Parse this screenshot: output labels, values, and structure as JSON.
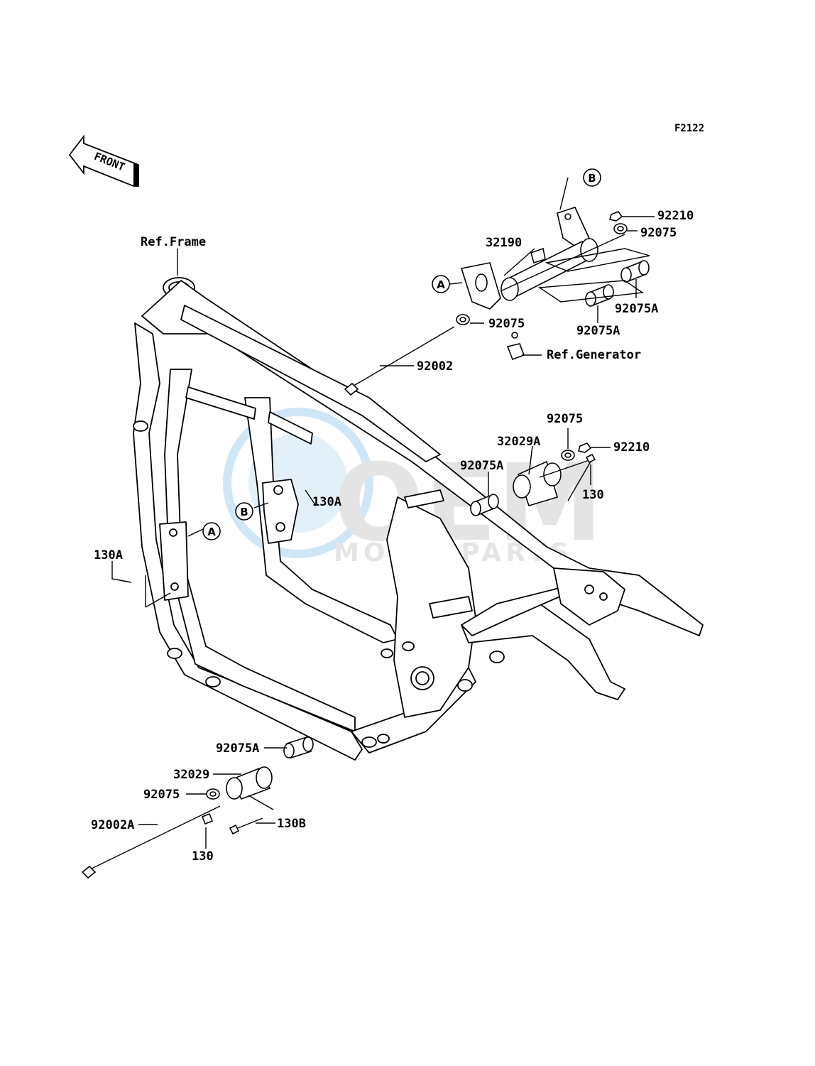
{
  "diagram": {
    "code": "F2122",
    "front_label": "FRONT",
    "watermark": {
      "brand": "OEM",
      "sub": "MOTORPARTS"
    },
    "ref_labels": {
      "frame": "Ref.Frame",
      "generator": "Ref.Generator"
    },
    "parts": {
      "p92210_top": "92210",
      "p92075_top": "92075",
      "p32190": "32190",
      "p92075A_r1": "92075A",
      "p92075A_r2": "92075A",
      "p92075_mid": "92075",
      "p92002": "92002",
      "p92075_b": "92075",
      "p32029A": "32029A",
      "p92210_b": "92210",
      "p92075A_b": "92075A",
      "p130_r": "130",
      "p130A_c": "130A",
      "p130A_l": "130A",
      "p92075A_low": "92075A",
      "p32029": "32029",
      "p92075_low": "92075",
      "p92002A": "92002A",
      "p130B": "130B",
      "p130_low": "130"
    },
    "callouts": {
      "A": "A",
      "B": "B"
    }
  }
}
